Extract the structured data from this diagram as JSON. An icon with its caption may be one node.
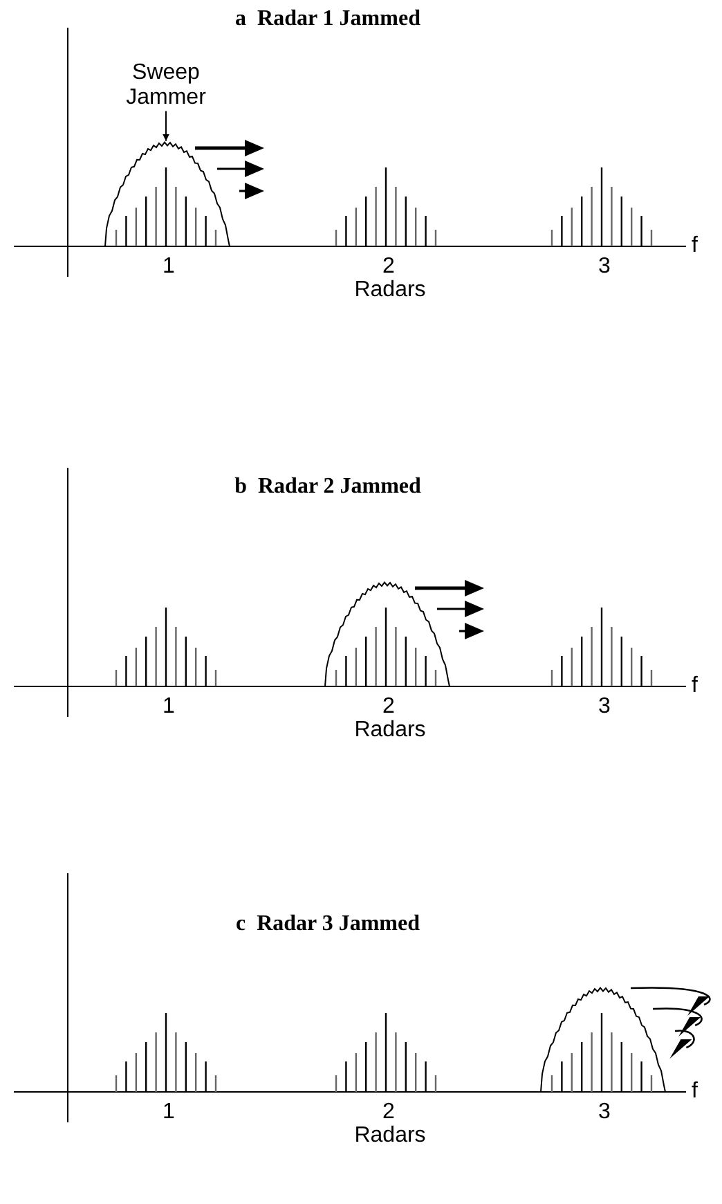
{
  "diagram": {
    "nodes": [
      {
        "text": [
          "Sweep Jammer"
        ]
      },
      {
        "text": [],
        "shape": "curve"
      }
    ],
    "edges": [
      {
        "from": 0,
        "to": 1,
        "arrow": "to"
      }
    ],
    "labels": [
      "a  Radar 1 Jammed",
      "f",
      "1",
      "2",
      "3",
      "Radars",
      "b  Radar 2 Jammed",
      "f",
      "1",
      "2",
      "3",
      "Radars",
      "c  Radar 3 Jammed",
      "f",
      "1",
      "2",
      "3",
      "Radars"
    ]
  }
}
